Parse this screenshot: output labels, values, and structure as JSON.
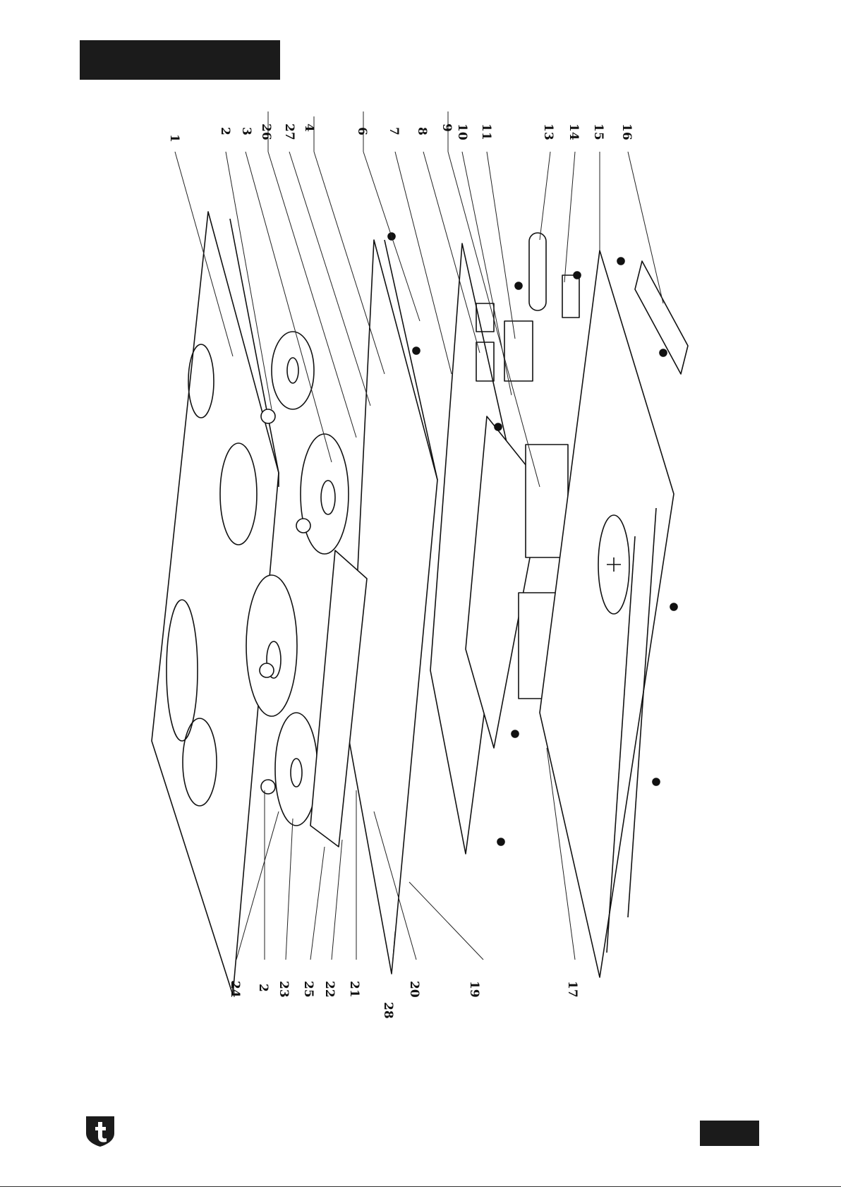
{
  "diagram": {
    "type": "exploded-parts-view",
    "callouts_top": [
      "1",
      "2",
      "3",
      "26",
      "27",
      "4",
      "6",
      "7",
      "8",
      "9",
      "10",
      "11",
      "13",
      "14",
      "15",
      "16"
    ],
    "callouts_bottom": [
      "24",
      "2",
      "23",
      "25",
      "22",
      "21",
      "28",
      "20",
      "19",
      "17"
    ]
  },
  "colors": {
    "ink": "#1b1b1b",
    "paper": "#ffffff"
  },
  "icons": {
    "brand_logo": "t-shield-logo"
  }
}
